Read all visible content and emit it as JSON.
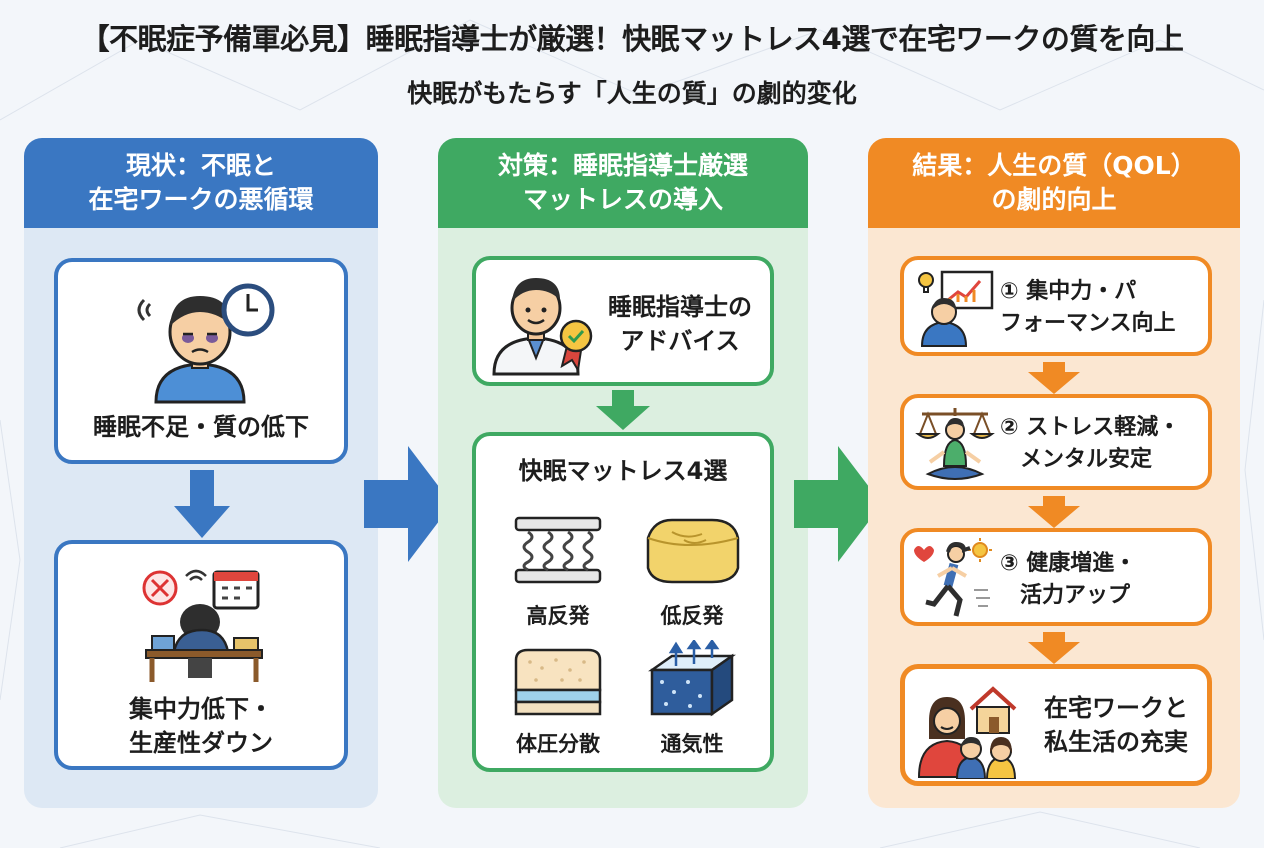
{
  "title": "【不眠症予備軍必見】睡眠指導士が厳選！快眠マットレス4選で在宅ワークの質を向上",
  "subtitle": "快眠がもたらす「人生の質」の劇的変化",
  "colors": {
    "blue": "#3a77c2",
    "green": "#3fa962",
    "orange": "#f08a24"
  },
  "current": {
    "header_line1": "現状：不眠と",
    "header_line2": "在宅ワークの悪循環",
    "card1": "睡眠不足・質の低下",
    "card2_line1": "集中力低下・",
    "card2_line2": "生産性ダウン"
  },
  "measure": {
    "header_line1": "対策：睡眠指導士厳選",
    "header_line2": "マットレスの導入",
    "advice_line1": "睡眠指導士の",
    "advice_line2": "アドバイス",
    "mattress_title": "快眠マットレス4選",
    "types": [
      "高反発",
      "低反発",
      "体圧分散",
      "通気性"
    ]
  },
  "result": {
    "header_line1": "結果：人生の質（QOL）",
    "header_line2": "の劇的向上",
    "items": [
      {
        "line1": "① 集中力・パ",
        "line2": "フォーマンス向上"
      },
      {
        "line1": "② ストレス軽減・",
        "line2": "メンタル安定"
      },
      {
        "line1": "③ 健康増進・",
        "line2": "活力アップ"
      }
    ],
    "final_line1": "在宅ワークと",
    "final_line2": "私生活の充実"
  }
}
